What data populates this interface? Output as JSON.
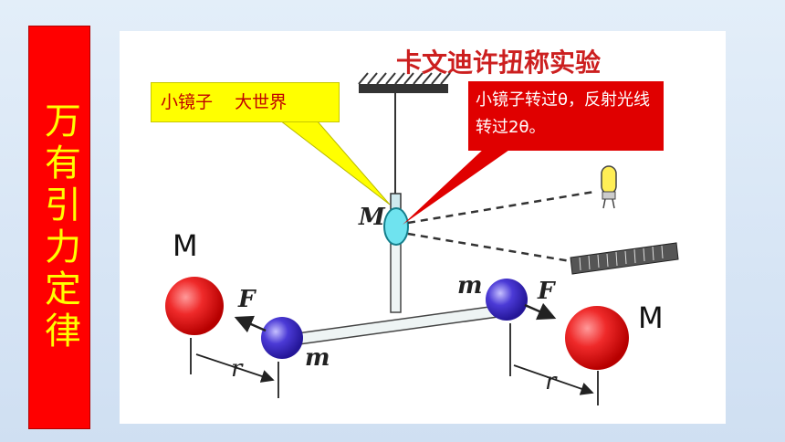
{
  "side_title": "万有引力定律",
  "diagram": {
    "heading": "卡文迪许扭称实验",
    "callout_yellow": "小镜子    大世界",
    "callout_red": "小镜子转过θ，反射光线转过2θ。",
    "label_mirror": "M",
    "label_big_mass_left": "M",
    "label_big_mass_right": "M",
    "label_small_mass_left": "m",
    "label_small_mass_right": "m",
    "label_force_left": "F",
    "label_force_right": "F",
    "label_distance_left": "r",
    "label_distance_right": "r"
  },
  "colors": {
    "title_bg": "#ff0000",
    "title_text": "#ffff00",
    "heading_text": "#cc1f1f",
    "callout_yellow_bg": "#ffff00",
    "callout_red_bg": "#e00000",
    "big_mass": "#e81b1b",
    "small_mass": "#4433cc",
    "mirror": "#6fe3ef",
    "lamp": "#ffee55"
  }
}
